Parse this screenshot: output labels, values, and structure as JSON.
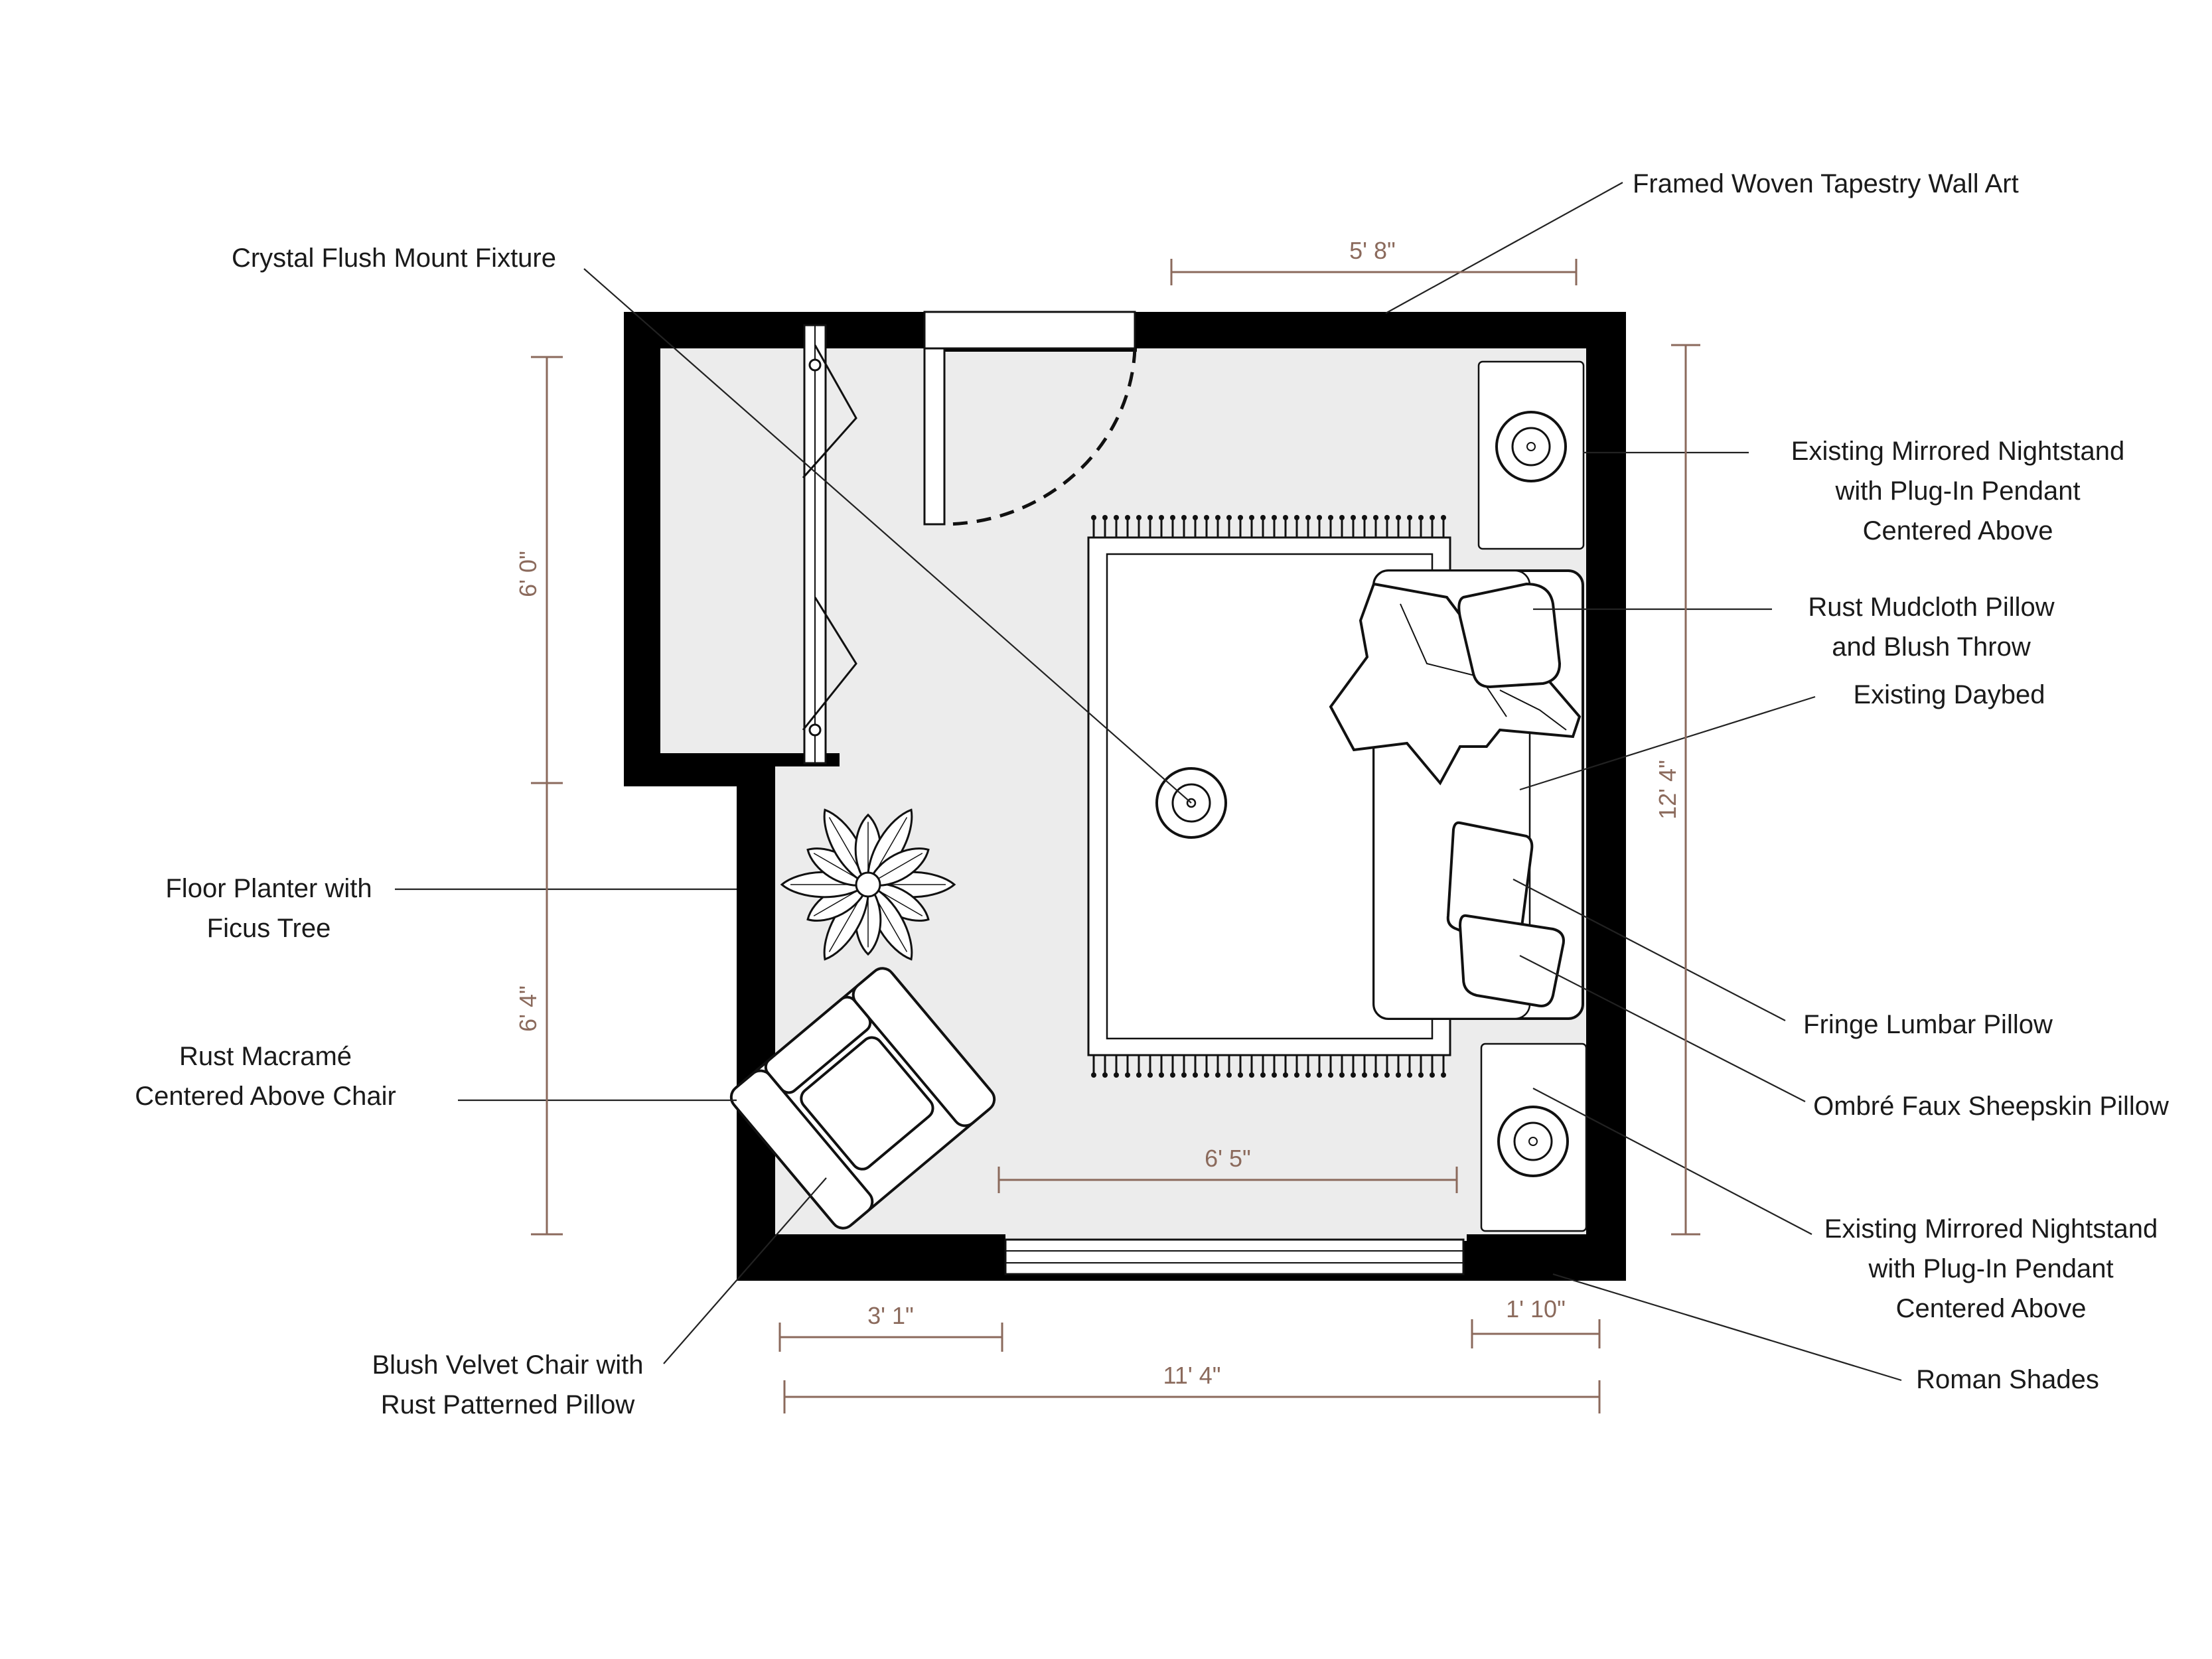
{
  "labels": {
    "tapestry": "Framed Woven Tapestry Wall Art",
    "fixture": "Crystal Flush Mount Fixture",
    "nightstand_top": [
      "Existing Mirrored Nightstand",
      "with Plug-In Pendant",
      "Centered Above"
    ],
    "mudcloth": [
      "Rust Mudcloth Pillow",
      "and Blush Throw"
    ],
    "daybed": "Existing Daybed",
    "planter": [
      "Floor Planter with",
      "Ficus Tree"
    ],
    "macrame": [
      "Rust Macramé",
      "Centered Above Chair"
    ],
    "lumbar": "Fringe Lumbar Pillow",
    "sheepskin": "Ombré Faux Sheepskin Pillow",
    "nightstand_bottom": [
      "Existing Mirrored Nightstand",
      "with Plug-In Pendant",
      "Centered Above"
    ],
    "chair": [
      "Blush Velvet Chair with",
      "Rust Patterned Pillow"
    ],
    "shades": "Roman Shades"
  },
  "dimensions": {
    "top_wall": "5' 8\"",
    "left_upper": "6' 0\"",
    "left_lower": "6' 4\"",
    "right": "12' 4\"",
    "rug_width": "6' 5\"",
    "bottom_left": "3' 1\"",
    "bottom_right": "1' 10\"",
    "overall_width": "11' 4\""
  },
  "colors": {
    "wall": "#000000",
    "floor": "#ececec",
    "dimension": "#8b6a5c"
  }
}
